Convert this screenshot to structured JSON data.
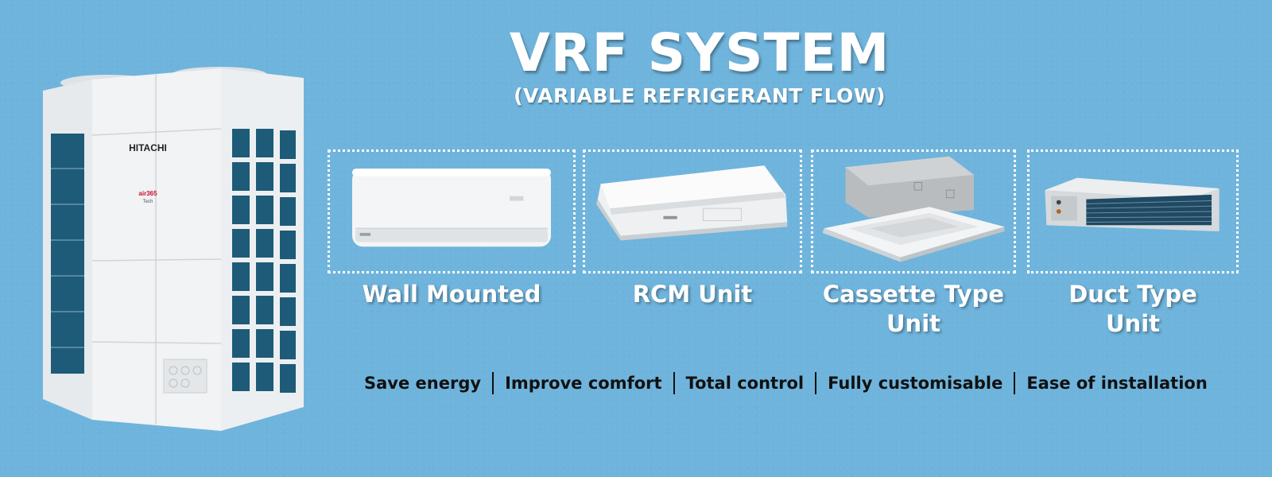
{
  "header": {
    "title": "VRF SYSTEM",
    "subtitle": "(VARIABLE REFRIGERANT FLOW)"
  },
  "outdoor_unit": {
    "brand": "HITACHI",
    "badge": "air365",
    "badge_sub": "Tech",
    "colors": {
      "body": "#f1f3f4",
      "grille": "#1e5b78",
      "brand_text": "#222222",
      "badge": "#c8102e"
    }
  },
  "units": [
    {
      "label_lines": [
        "Wall Mounted"
      ],
      "icon": "wall-mounted-unit-icon"
    },
    {
      "label_lines": [
        "RCM Unit"
      ],
      "icon": "ceiling-mounted-unit-icon"
    },
    {
      "label_lines": [
        "Cassette Type",
        "Unit"
      ],
      "icon": "cassette-unit-icon"
    },
    {
      "label_lines": [
        "Duct Type",
        "Unit"
      ],
      "icon": "duct-unit-icon"
    }
  ],
  "features": [
    "Save energy",
    "Improve comfort",
    "Total control",
    "Fully customisable",
    "Ease of installation"
  ],
  "colors": {
    "background": "#6fb4dc",
    "text_light": "#ffffff",
    "text_dark": "#111111"
  }
}
